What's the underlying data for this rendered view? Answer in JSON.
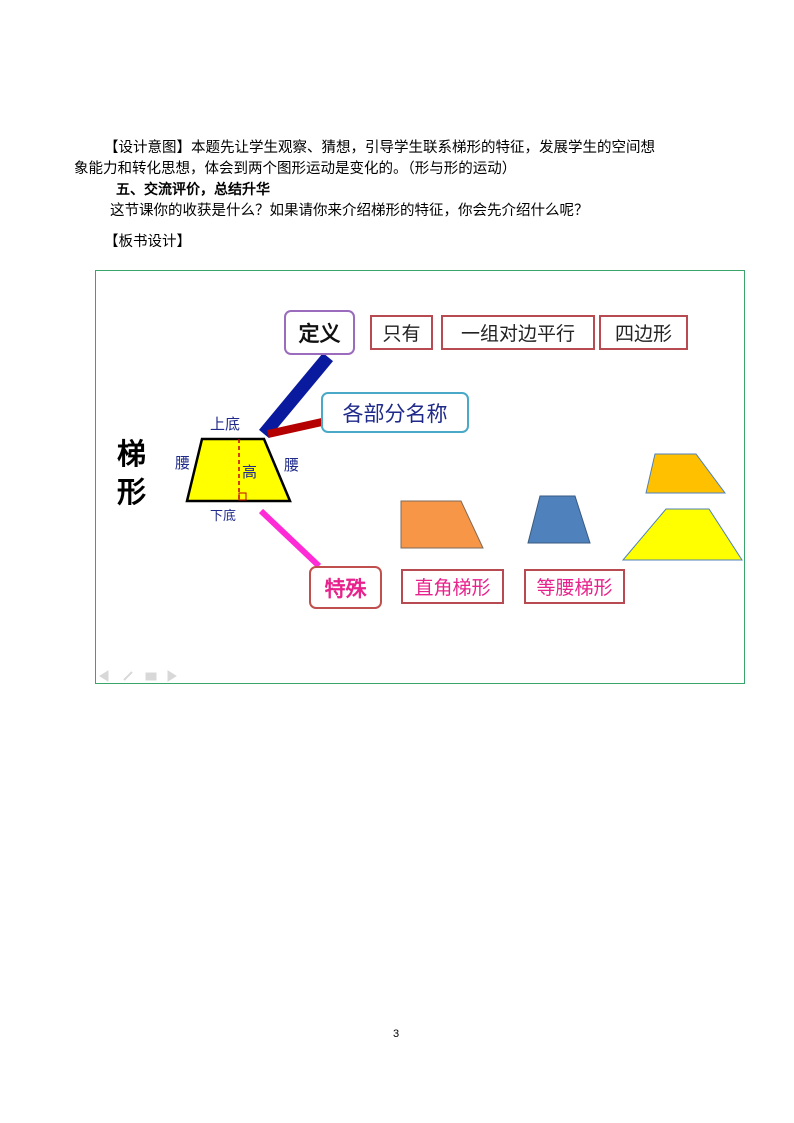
{
  "paragraphs": {
    "design_intent_line1": "【设计意图】本题先让学生观察、猜想，引导学生联系梯形的特征，发展学生的空间想",
    "design_intent_line2": "象能力和转化思想，体会到两个图形运动是变化的。（形与形的运动）",
    "section_title": "五、交流评价，总结升华",
    "question": "这节课你的收获是什么？如果请你来介绍梯形的特征，你会先介绍什么呢？",
    "board_design_label": "【板书设计】"
  },
  "board": {
    "main_title_1": "梯",
    "main_title_2": "形",
    "labels": {
      "top_base": "上底",
      "bottom_base": "下底",
      "leg_left": "腰",
      "leg_right": "腰",
      "height": "高"
    },
    "definition": {
      "title": "定义",
      "items": [
        "只有",
        "一组对边平行",
        "四边形"
      ]
    },
    "parts_name": "各部分名称",
    "special": {
      "title": "特殊",
      "items": [
        "直角梯形",
        "等腰梯形"
      ]
    }
  },
  "colors": {
    "definition_border": "#9b6bbd",
    "parts_border": "#49a9c6",
    "special_border": "#c0504d",
    "special_text": "#e8228c",
    "branch_definition": "#0a1a9e",
    "branch_parts": "#b40000",
    "branch_special": "#ff2bd6",
    "trapezoid_fill": "#ffff00",
    "label_color": "#1f2a8a",
    "frame_border": "#3aa56a",
    "shape_orange": "#f79646",
    "shape_blue": "#4f81bd",
    "shape_gold": "#ffc000"
  },
  "page_number": "3"
}
